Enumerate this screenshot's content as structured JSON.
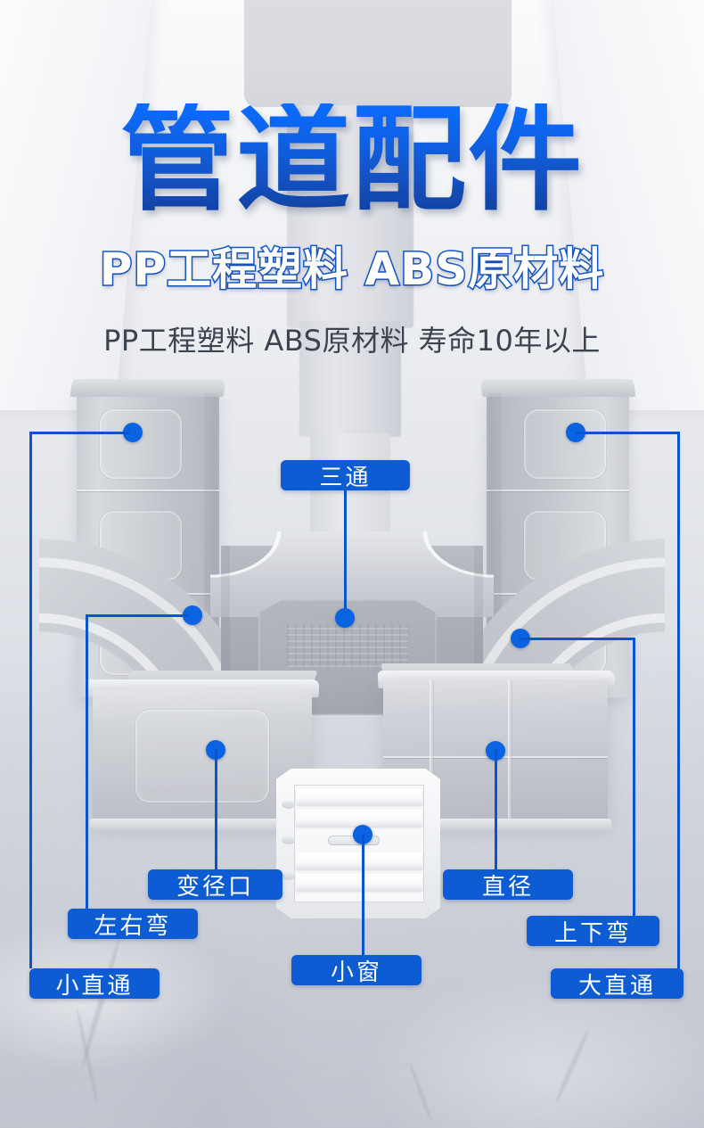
{
  "header": {
    "title": "管道配件",
    "subtitle": "PP工程塑料 ABS原材料",
    "tagline": "PP工程塑料 ABS原材料 寿命10年以上"
  },
  "colors": {
    "accent_blue": "#0d5cd4",
    "dot_blue": "#0a63e0",
    "line_blue": "#0b54cf",
    "title_blue_light": "#0a6cff",
    "title_blue_dark": "#103f9e",
    "background_light": "#fafbfc",
    "background_dark": "#c9ccd4",
    "product_gray": "#c4c8ce"
  },
  "callouts": [
    {
      "id": "tee",
      "label": "三通"
    },
    {
      "id": "small-straight",
      "label": "小直通"
    },
    {
      "id": "lr-bend",
      "label": "左右弯"
    },
    {
      "id": "reducer",
      "label": "变径口"
    },
    {
      "id": "small-window",
      "label": "小窗"
    },
    {
      "id": "diameter",
      "label": "直径"
    },
    {
      "id": "ud-bend",
      "label": "上下弯"
    },
    {
      "id": "large-straight",
      "label": "大直通"
    }
  ]
}
